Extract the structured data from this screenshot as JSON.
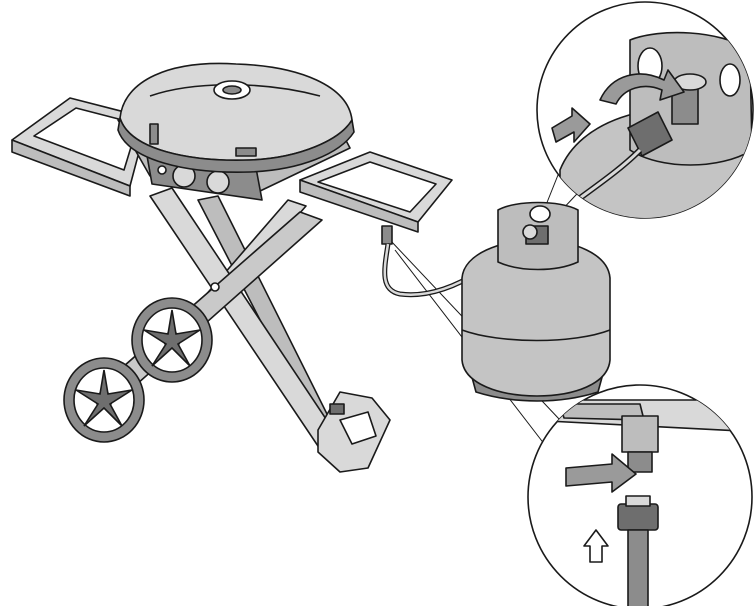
{
  "figure": {
    "kind": "assembly-illustration",
    "palette": {
      "ink": "#1a1a1a",
      "metal_light": "#d9d9d9",
      "metal_mid": "#bdbdbd",
      "metal_dark": "#8c8c8c",
      "tank": "#c4c4c4",
      "shadow": "#6e6e6e",
      "arrow_fill": "#9a9a9a",
      "background": "#ffffff"
    },
    "parts": [
      {
        "name": "portable-grill",
        "icon": "grill-icon"
      },
      {
        "name": "scissor-cart",
        "icon": "cart-icon"
      },
      {
        "name": "propane-tank",
        "icon": "tank-icon"
      },
      {
        "name": "regulator-hose",
        "icon": "hose-icon"
      }
    ],
    "callouts": [
      {
        "name": "tank-valve-connection-detail",
        "arrows": [
          "rotate-clockwise-arrow",
          "push-in-arrow"
        ]
      },
      {
        "name": "grill-regulator-connection-detail",
        "arrows": [
          "insert-arrow",
          "up-arrow"
        ]
      }
    ]
  }
}
